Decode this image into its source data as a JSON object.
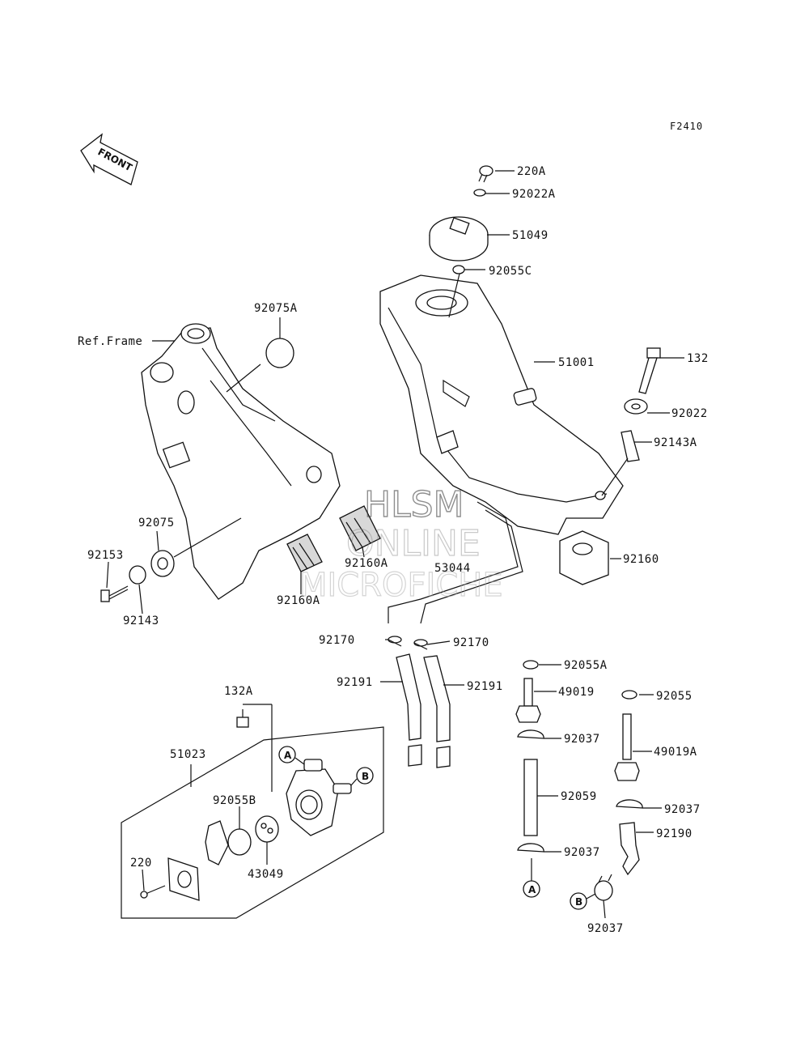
{
  "diagram": {
    "figure_code": "F2410",
    "front_arrow_text": "FRONT",
    "reference_label": "Ref.Frame",
    "watermark": [
      "HLSM",
      "ONLINE",
      "MICROFICHE"
    ],
    "callouts": [
      "A",
      "B"
    ],
    "parts": [
      "220A",
      "92022A",
      "51049",
      "92055C",
      "51001",
      "132",
      "92022",
      "92143A",
      "92160",
      "92075A",
      "92075",
      "92153",
      "92143",
      "92160A",
      "53044",
      "92170",
      "92191",
      "92055A",
      "49019",
      "92055",
      "92037",
      "49019A",
      "92059",
      "92190",
      "132A",
      "51023",
      "92055B",
      "43049",
      "220"
    ]
  }
}
